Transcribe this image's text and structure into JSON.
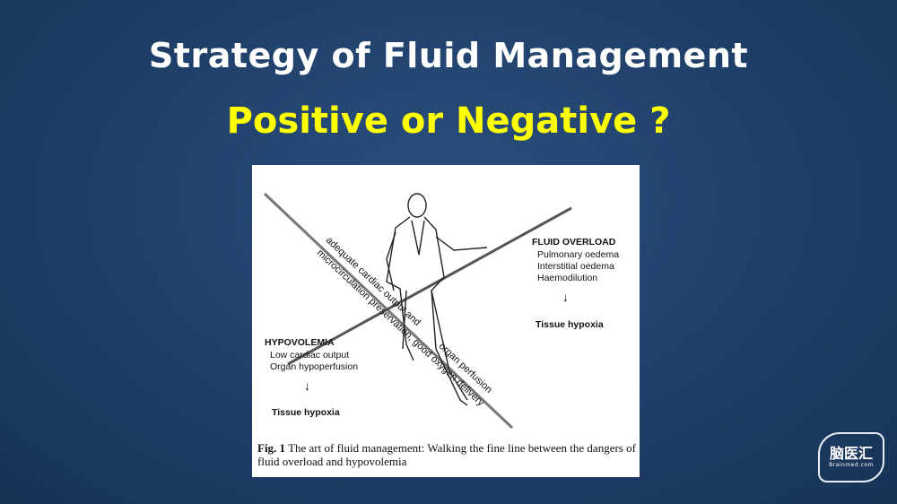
{
  "slide": {
    "title": "Strategy of Fluid Management",
    "subtitle": "Positive or Negative ?"
  },
  "figure": {
    "fluid_overload": {
      "heading": "FLUID OVERLOAD",
      "items": [
        "Pulmonary oedema",
        "Interstitial oedema",
        "Haemodilution"
      ],
      "result": "Tissue hypoxia"
    },
    "hypovolemia": {
      "heading": "HYPOVOLEMIA",
      "items": [
        "Low cardiac output",
        "Organ hypoperfusion"
      ],
      "result": "Tissue hypoxia"
    },
    "rope_text": {
      "line1": "adequate cardiac output and",
      "line2": "microcirculation preservation, good oxygen delivery",
      "line3": "organ perfusion"
    },
    "caption": {
      "label": "Fig. 1",
      "text": "The art of fluid management: Walking the fine line between the dangers of fluid overload and hypovolemia"
    }
  },
  "logo": {
    "text": "脑医汇",
    "subtext": "Brainmed.com"
  }
}
